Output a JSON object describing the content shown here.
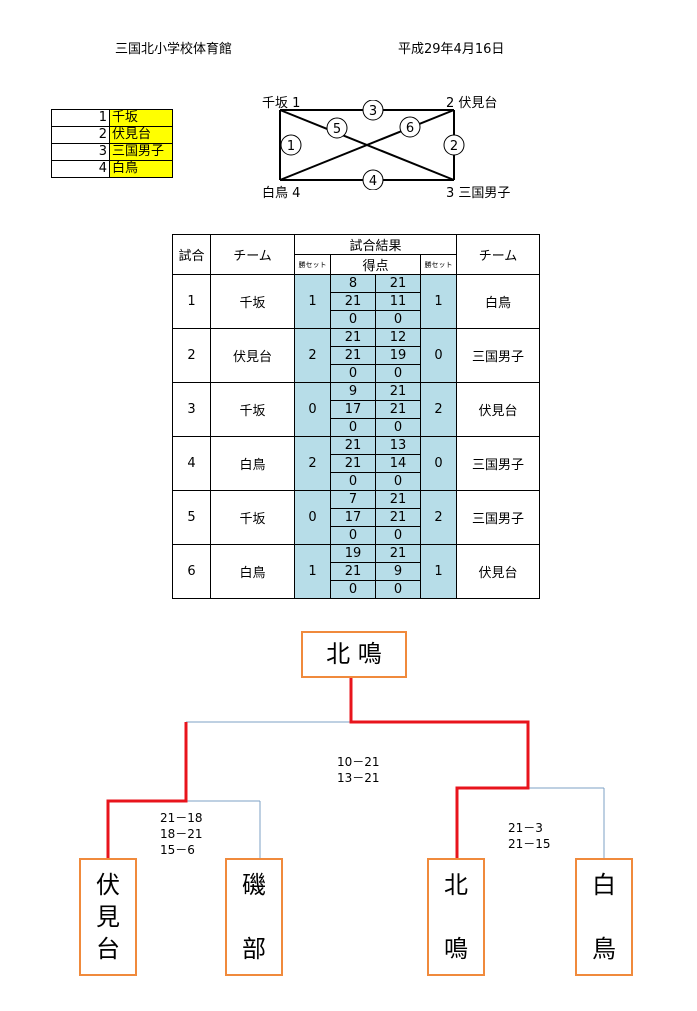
{
  "header": {
    "venue": "三国北小学校体育館",
    "date": "平成29年4月16日"
  },
  "teams": [
    {
      "num": "1",
      "name": "千坂"
    },
    {
      "num": "2",
      "name": "伏見台"
    },
    {
      "num": "3",
      "name": "三国男子"
    },
    {
      "num": "4",
      "name": "白鳥"
    }
  ],
  "diagram": {
    "corners": {
      "top_left": "千坂 1",
      "top_right": "2 伏見台",
      "bottom_left": "白鳥 4",
      "bottom_right": "3 三国男子"
    },
    "match_numbers": [
      "1",
      "2",
      "3",
      "4",
      "5",
      "6"
    ]
  },
  "results": {
    "headers": {
      "match": "試合",
      "team": "チーム",
      "result": "試合結果",
      "sets_won": "勝セット",
      "points": "得点"
    },
    "matches": [
      {
        "no": "1",
        "team_a": "千坂",
        "sets_a": "1",
        "scores": [
          [
            "8",
            "21"
          ],
          [
            "21",
            "11"
          ],
          [
            "0",
            "0"
          ]
        ],
        "sets_b": "1",
        "team_b": "白鳥"
      },
      {
        "no": "2",
        "team_a": "伏見台",
        "sets_a": "2",
        "scores": [
          [
            "21",
            "12"
          ],
          [
            "21",
            "19"
          ],
          [
            "0",
            "0"
          ]
        ],
        "sets_b": "0",
        "team_b": "三国男子"
      },
      {
        "no": "3",
        "team_a": "千坂",
        "sets_a": "0",
        "scores": [
          [
            "9",
            "21"
          ],
          [
            "17",
            "21"
          ],
          [
            "0",
            "0"
          ]
        ],
        "sets_b": "2",
        "team_b": "伏見台"
      },
      {
        "no": "4",
        "team_a": "白鳥",
        "sets_a": "2",
        "scores": [
          [
            "21",
            "13"
          ],
          [
            "21",
            "14"
          ],
          [
            "0",
            "0"
          ]
        ],
        "sets_b": "0",
        "team_b": "三国男子"
      },
      {
        "no": "5",
        "team_a": "千坂",
        "sets_a": "0",
        "scores": [
          [
            "7",
            "21"
          ],
          [
            "17",
            "21"
          ],
          [
            "0",
            "0"
          ]
        ],
        "sets_b": "2",
        "team_b": "三国男子"
      },
      {
        "no": "6",
        "team_a": "白鳥",
        "sets_a": "1",
        "scores": [
          [
            "19",
            "21"
          ],
          [
            "21",
            "9"
          ],
          [
            "0",
            "0"
          ]
        ],
        "sets_b": "1",
        "team_b": "伏見台"
      }
    ]
  },
  "bracket": {
    "champion": "北 鳴",
    "final_scores": "10－21\n13－21",
    "left_semi_scores": "21－18\n18－21\n15－6",
    "right_semi_scores": "21－3\n21－15",
    "entrants": [
      {
        "name": "伏見台",
        "chars": [
          "伏",
          "見",
          "台"
        ]
      },
      {
        "name": "磯部",
        "chars": [
          "磯",
          "部"
        ]
      },
      {
        "name": "北鳴",
        "chars": [
          "北",
          "鳴"
        ]
      },
      {
        "name": "白鳥",
        "chars": [
          "白",
          "鳥"
        ]
      }
    ]
  },
  "colors": {
    "highlight": "#ffff00",
    "score_bg": "#b7dde8",
    "box_border": "#f08a3c",
    "win_line": "#e8141c",
    "line": "#7da0c4"
  }
}
